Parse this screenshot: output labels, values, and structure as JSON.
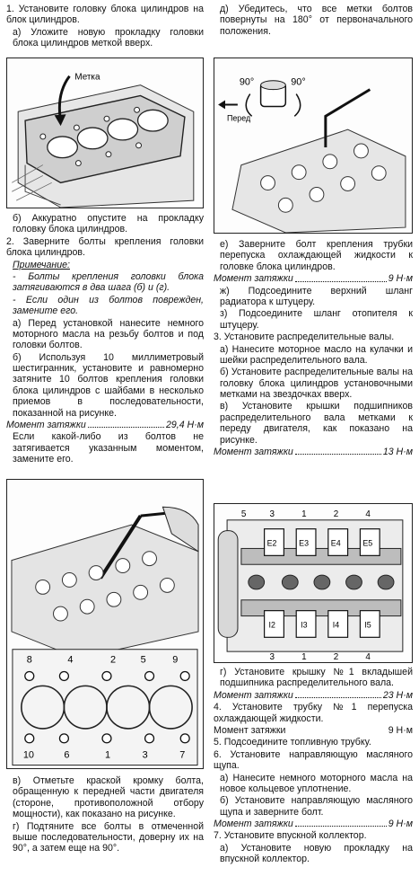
{
  "left": {
    "p1": "1. Установите головку блока цилиндров на блок цилиндров.",
    "p1a": "а) Уложите новую прокладку головки блока цилиндров меткой вверх.",
    "fig1_label": "Метка",
    "p1b": "б) Аккуратно опустите на прокладку головку блока цилиндров.",
    "p2": "2. Заверните болты крепления головки блока цилиндров.",
    "note_title": "Примечание:",
    "note1": "- Болты крепления головки блока затягиваются в два шага (б) и (г).",
    "note2": "- Если один из болтов поврежден, замените его.",
    "p2a": "а) Перед установкой нанесите немного моторного масла на резьбу болтов и под головки болтов.",
    "p2b": "б) Используя 10 миллиметровый шестигранник, установите и равномерно затяните 10 болтов крепления головки блока цилиндров с шайбами в несколько приемов в последовательности, показанной на рисунке.",
    "torque1_label": "Момент затяжки",
    "torque1_value": "29,4 Н·м",
    "p2c": "Если какой-либо из болтов не затягивается указанным моментом, замените его.",
    "fig2_top_nums": [
      "8",
      "4",
      "2",
      "5",
      "9"
    ],
    "fig2_bottom_nums": [
      "10",
      "6",
      "1",
      "3",
      "7"
    ],
    "p2v": "в) Отметьте краской кромку болта, обращенную к передней части двигателя (стороне, противоположной отбору мощности), как показано на рисунке.",
    "p2g": "г) Подтяните все болты в отмеченной выше последовательности, доверну их на 90°, а затем еще на 90°."
  },
  "right": {
    "pd": "д) Убедитесь, что все метки болтов повернуты на 180° от первоначального положения.",
    "fig3_angle1": "90°",
    "fig3_angle2": "90°",
    "fig3_front": "Перед",
    "pe": "е) Заверните болт крепления трубки перепуска охлаждающей жидкости к головке блока цилиндров.",
    "torque2_label": "Момент затяжки",
    "torque2_value": "9 Н·м",
    "pzh": "ж) Подсоедините верхний шланг радиатора к штуцеру.",
    "pz": "з) Подсоедините шланг отопителя к штуцеру.",
    "p3": "3. Установите распределительные валы.",
    "p3a": "а) Нанесите моторное масло на кулачки и шейки распределительного вала.",
    "p3b": "б) Установите распределительные валы на головку блока цилиндров установочными метками на звездочках вверх.",
    "p3v": "в) Установите крышки подшипников распределительного вала метками к переду двигателя, как показано на рисунке.",
    "torque3_label": "Момент затяжки",
    "torque3_value": "13 Н·м",
    "fig4_top_nums": [
      "5",
      "3",
      "1",
      "2",
      "4"
    ],
    "fig4_top_caps": [
      "E2",
      "E3",
      "E4",
      "E5"
    ],
    "fig4_bottom_caps": [
      "I2",
      "I3",
      "I4",
      "I5"
    ],
    "fig4_bottom_nums": [
      "3",
      "1",
      "2",
      "4"
    ],
    "p3g": "г) Установите крышку №1 вкладышей подшипника распределительного вала.",
    "torque4_label": "Момент затяжки",
    "torque4_value": "23 Н·м",
    "p4": "4. Установите трубку №1 перепуска охлаждающей жидкости.",
    "torque5_label": "Момент затяжки",
    "torque5_value": "9 Н·м",
    "p5": "5. Подсоедините топливную трубку.",
    "p6": "6. Установите направляющую масляного щупа.",
    "p6a": "а) Нанесите немного моторного масла на новое кольцевое уплотнение.",
    "p6b": "б) Установите направляющую масляного щупа и заверните болт.",
    "torque6_label": "Момент затяжки",
    "torque6_value": "9 Н·м",
    "p7": "7. Установите впускной коллектор.",
    "p7a": "а) Установите новую прокладку на впускной коллектор."
  }
}
